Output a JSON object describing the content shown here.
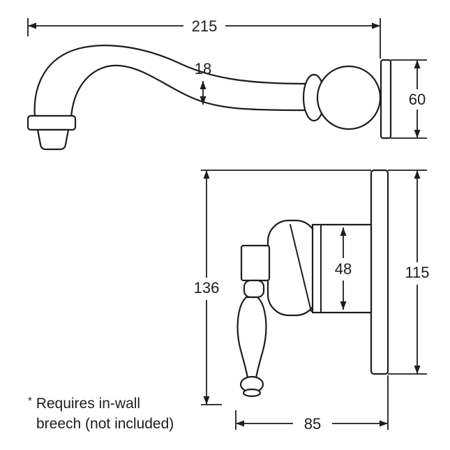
{
  "drawing": {
    "title": "wall bath spout and mixer technical dimension drawing",
    "line_color": "#1d1d1b",
    "background_color": "#ffffff"
  },
  "dimensions": {
    "spout_reach": "215",
    "spout_tube_diameter": "18",
    "spout_flange_height": "60",
    "mixer_handle_drop": "136",
    "mixer_body_diameter": "48",
    "mixer_plate_height": "115",
    "mixer_projection": "85"
  },
  "note": {
    "asterisk": "*",
    "line1": "Requires in-wall",
    "line2": "breech (not included)"
  }
}
